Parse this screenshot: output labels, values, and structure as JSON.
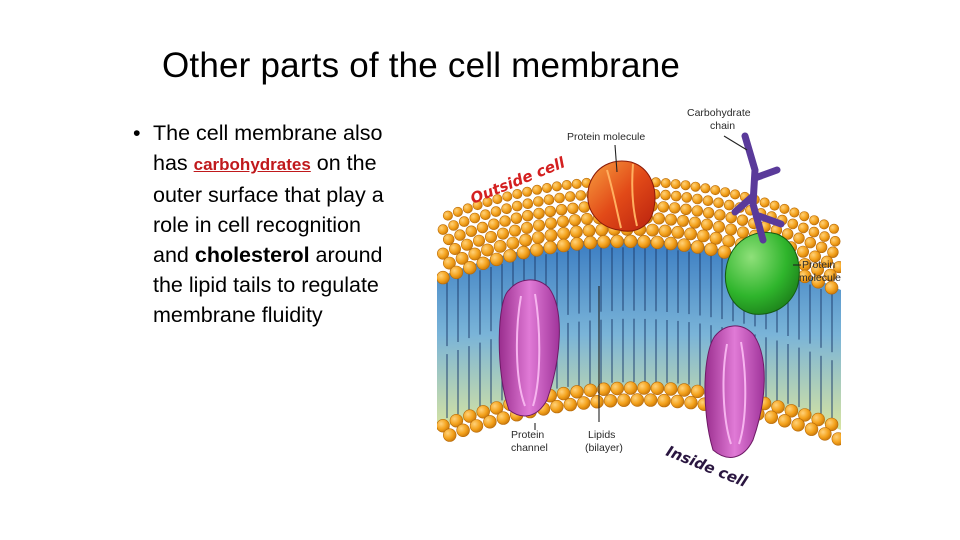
{
  "slide": {
    "title": "Other parts of the cell membrane",
    "bullet": {
      "line1": "The cell membrane also",
      "line2_pre": "has ",
      "line2_kw": "carbohydrates",
      "line2_post": " on the",
      "line3": "outer surface that play a",
      "line4": "role in cell recognition",
      "line5_pre": "and ",
      "line5_kw": "cholesterol",
      "line5_post": " around",
      "line6": "the lipid tails to regulate",
      "line7": "membrane fluidity"
    }
  },
  "figure": {
    "labels": {
      "carbohydrate_chain_1": "Carbohydrate",
      "carbohydrate_chain_2": "chain",
      "protein_molecule_top": "Protein molecule",
      "protein_molecule_right_1": "Protein",
      "protein_molecule_right_2": "molecule",
      "outside_cell": "Outside cell",
      "inside_cell": "Inside cell",
      "protein_channel_1": "Protein",
      "protein_channel_2": "channel",
      "lipids_1": "Lipids",
      "lipids_2": "(bilayer)"
    },
    "colors": {
      "phospholipid_head": "#f4a21c",
      "tail_band_top": "#3e84c6",
      "tail_band_bottom": "#cfe0a0",
      "channel_protein": "#c04fb4",
      "protein_red": "#e24a18",
      "protein_green": "#2fb52c",
      "carbohydrate": "#5a3a9a"
    }
  }
}
